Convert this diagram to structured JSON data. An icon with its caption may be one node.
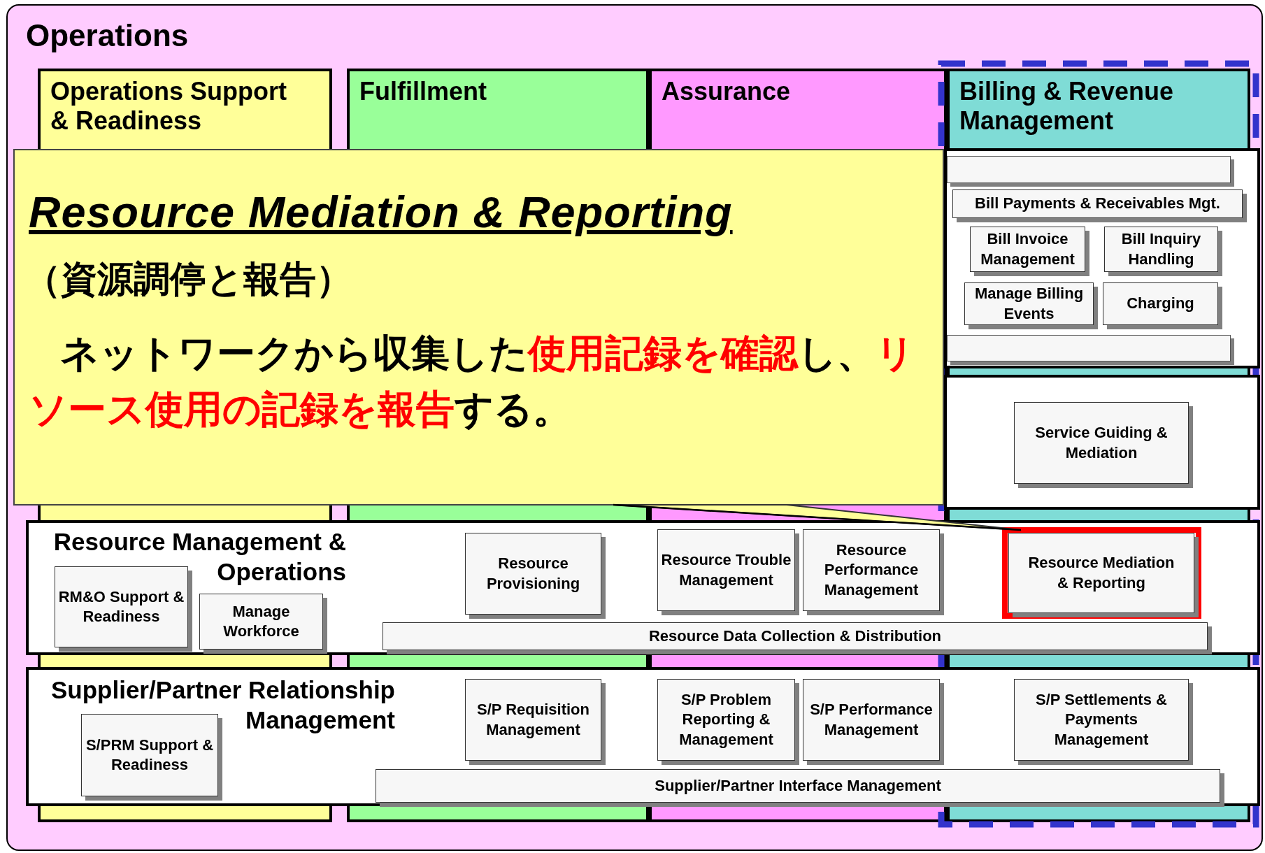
{
  "diagram": {
    "nodes": [
      {
        "text": [
          "Operations"
        ]
      },
      {
        "text": [
          "Operations Support & Readiness"
        ],
        "in": 0
      },
      {
        "text": [
          "Fulfillment"
        ],
        "in": 0
      },
      {
        "text": [
          "Assurance"
        ],
        "in": 0
      },
      {
        "text": [
          "Billing & Revenue Management"
        ],
        "in": 0
      },
      {
        "text": [],
        "shape": "box",
        "in": 0
      },
      {
        "text": [],
        "shape": "bar",
        "in": 5
      },
      {
        "text": [
          "Bill Payments & Receivables Mgt."
        ],
        "in": 5
      },
      {
        "text": [
          "Bill Invoice Management"
        ],
        "in": 5
      },
      {
        "text": [
          "Bill Inquiry Handling"
        ],
        "in": 5
      },
      {
        "text": [
          "Manage Billing Events"
        ],
        "in": 5
      },
      {
        "text": [
          "Charging"
        ],
        "in": 5
      },
      {
        "text": [],
        "shape": "bar",
        "in": 5
      },
      {
        "text": [],
        "shape": "box",
        "in": 0
      },
      {
        "text": [
          "Service Guiding & Mediation"
        ],
        "in": 13
      },
      {
        "text": [
          "Resource Management & Operations"
        ],
        "in": 0
      },
      {
        "text": [
          "RM&O Support & Readiness"
        ],
        "in": 15
      },
      {
        "text": [
          "Manage Workforce"
        ],
        "in": 15
      },
      {
        "text": [
          "Resource Provisioning"
        ],
        "in": 15
      },
      {
        "text": [
          "Resource Trouble Management"
        ],
        "in": 15
      },
      {
        "text": [
          "Resource Performance Management"
        ],
        "in": 15
      },
      {
        "text": [
          "Resource Mediation & Reporting"
        ],
        "in": 15
      },
      {
        "text": [
          "Resource Data Collection & Distribution"
        ],
        "in": 15
      },
      {
        "text": [
          "Supplier/Partner Relationship Management"
        ],
        "in": 0
      },
      {
        "text": [
          "S/PRM Support & Readiness"
        ],
        "in": 23
      },
      {
        "text": [
          "S/P Requisition Management"
        ],
        "in": 23
      },
      {
        "text": [
          "S/P Problem Reporting & Management"
        ],
        "in": 23
      },
      {
        "text": [
          "S/P Performance Management"
        ],
        "in": 23
      },
      {
        "text": [
          "S/P Settlements & Payments Management"
        ],
        "in": 23
      },
      {
        "text": [
          "Supplier/Partner Interface Management"
        ],
        "in": 23
      },
      {
        "text": [
          "Resource Mediation & Reporting",
          "（資源調停と報告）",
          "ネットワークから収集した**使用記録を確認**し、**リソース使用の記録を報告**する。"
        ],
        "in": 0
      }
    ],
    "edges": [
      {
        "from": 30,
        "to": 21,
        "arrow": "none"
      }
    ]
  }
}
